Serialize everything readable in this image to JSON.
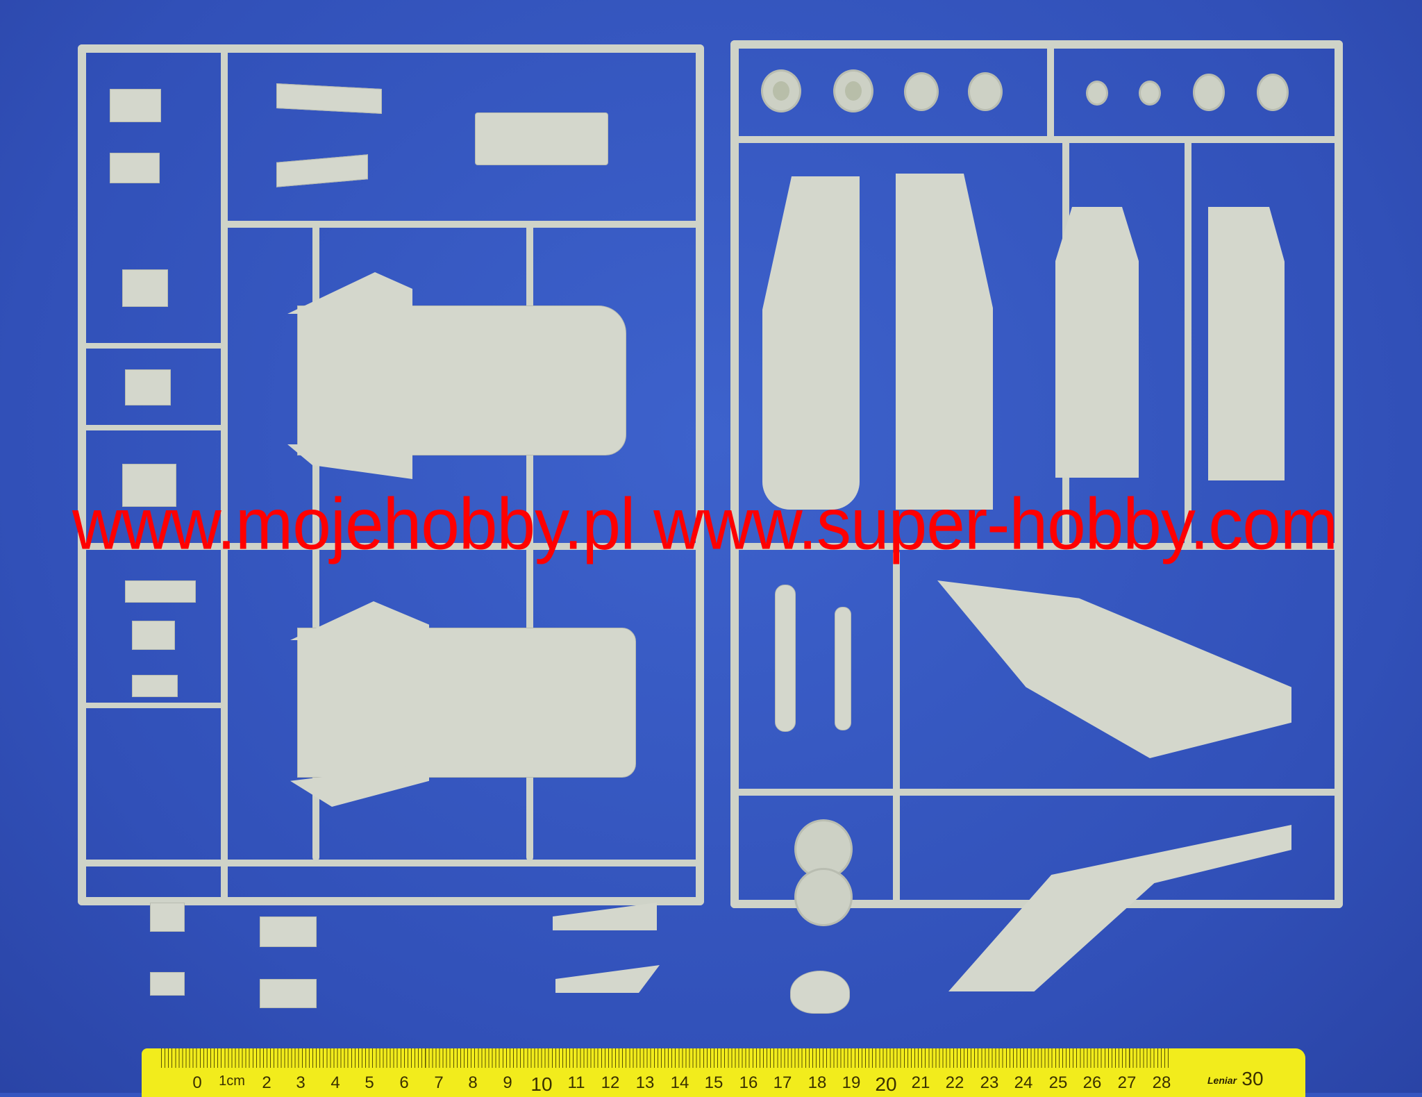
{
  "image": {
    "subject": "Plastic model kit sprues (light grey) photographed on a blue background with a yellow ruler",
    "background_color": "#3656c0",
    "plastic_color": "#d4d7cc"
  },
  "watermark": {
    "text": "www.mojehobby.pl www.super-hobby.com",
    "color": "#ff0000"
  },
  "ruler": {
    "color": "#f2ec1c",
    "unit_label": "1cm",
    "brand": "Leniar",
    "numbers": [
      "0",
      "1cm",
      "2",
      "3",
      "4",
      "5",
      "6",
      "7",
      "8",
      "9",
      "10",
      "11",
      "12",
      "13",
      "14",
      "15",
      "16",
      "17",
      "18",
      "19",
      "20",
      "21",
      "22",
      "23",
      "24",
      "25",
      "26",
      "27",
      "28",
      "30"
    ]
  },
  "sprues": {
    "left_label": "left sprue frame (fuselage halves and small parts)",
    "right_label": "right sprue frame (wings, tail fins, wheels, nose cone)"
  }
}
